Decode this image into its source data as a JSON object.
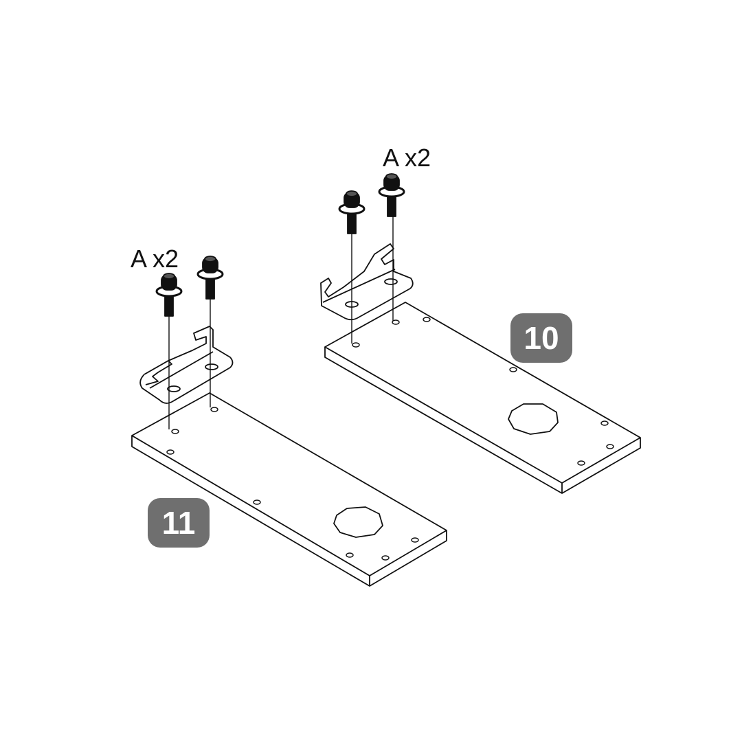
{
  "parts": [
    {
      "part_number": "11",
      "hardware_label": "A x2"
    },
    {
      "part_number": "10",
      "hardware_label": "A x2"
    }
  ],
  "colors": {
    "badge": "#6f6f6f",
    "line": "#111111"
  }
}
